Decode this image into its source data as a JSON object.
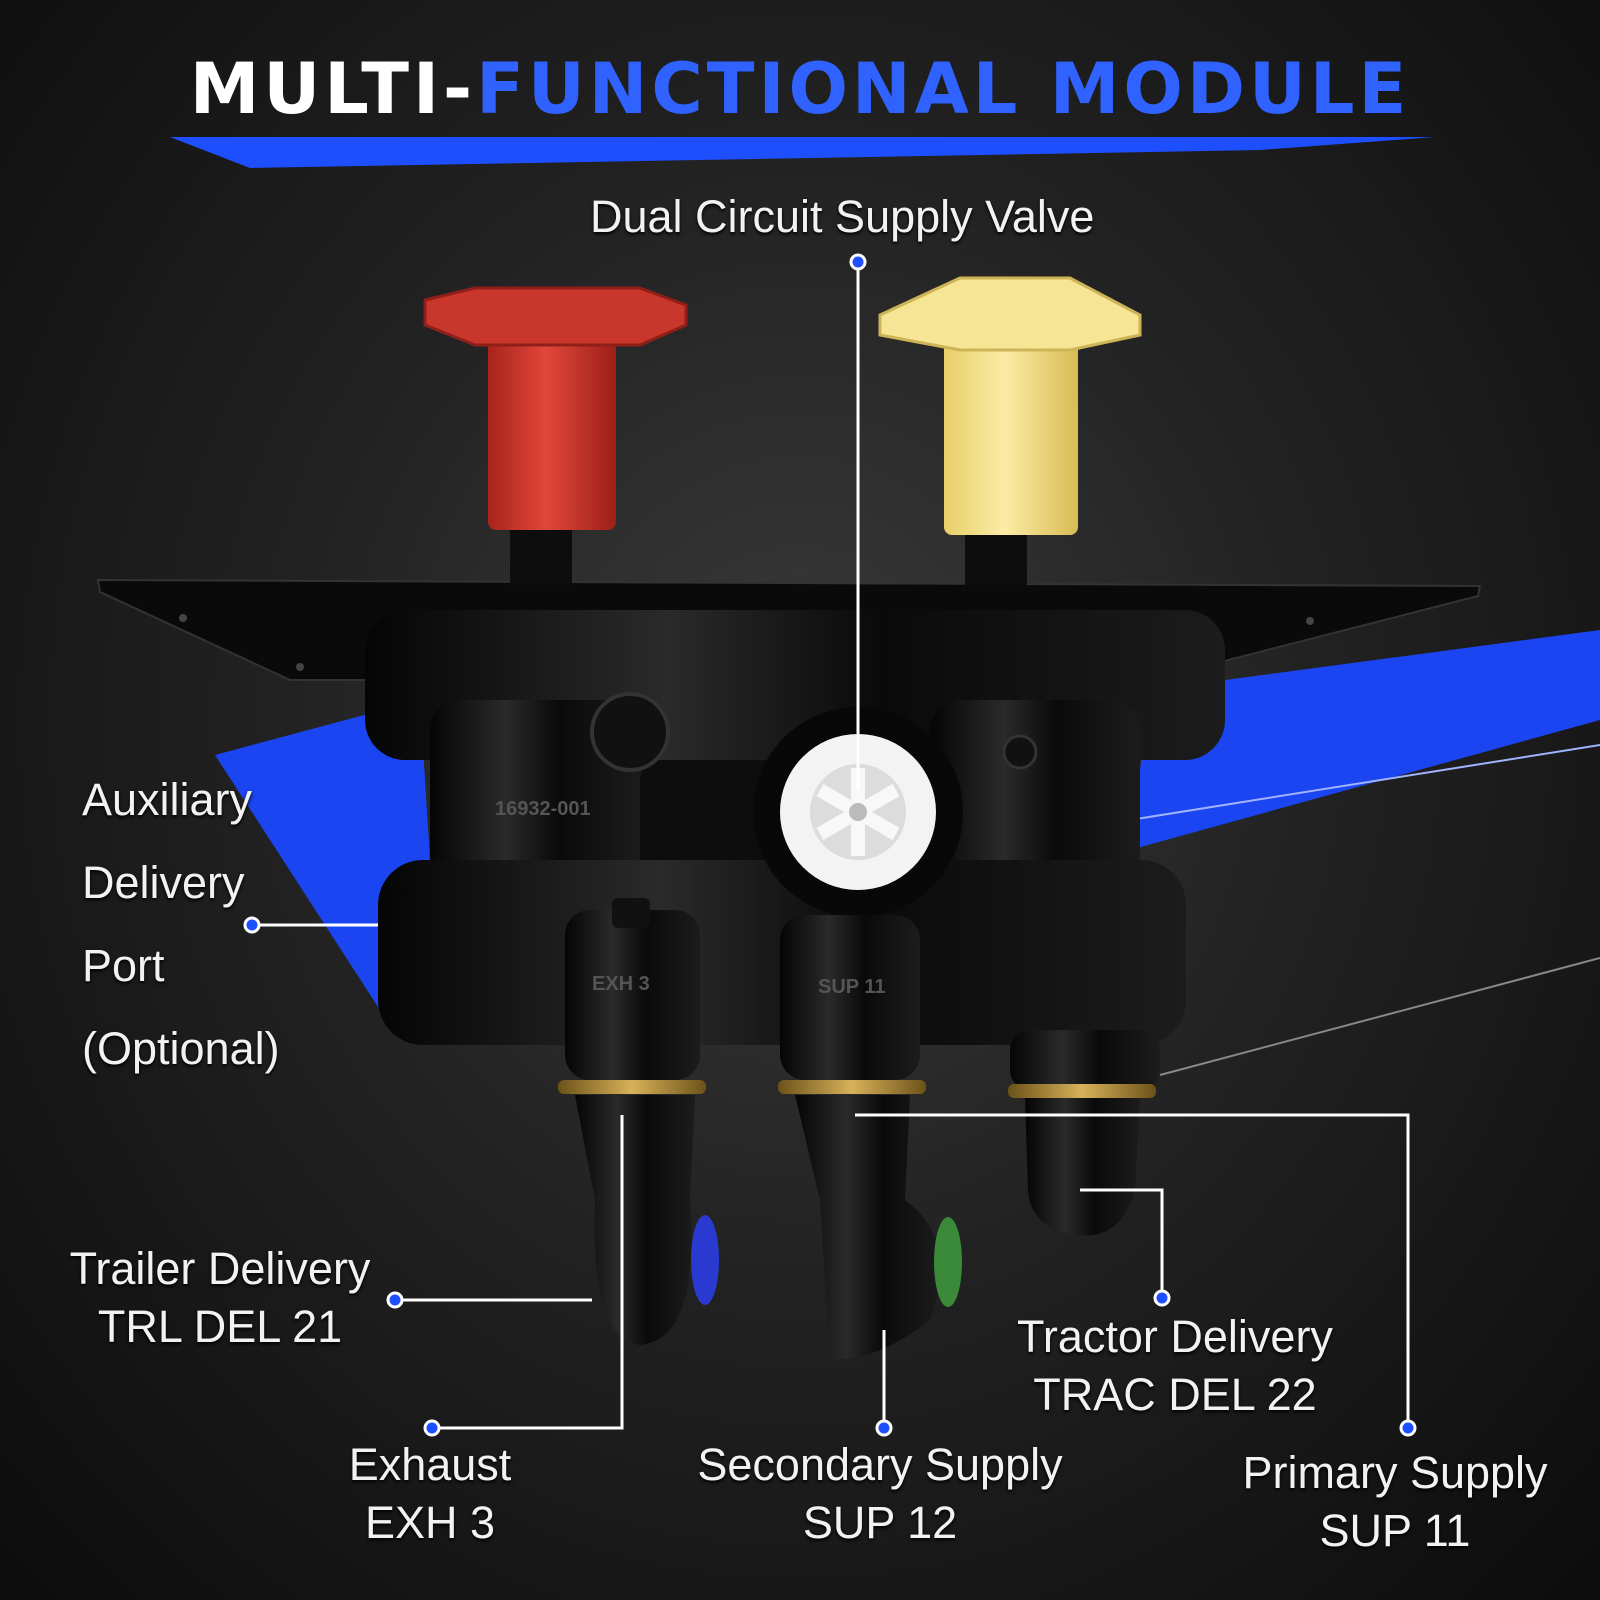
{
  "title": {
    "part1": "MULTI-",
    "part2": "FUNCTIONAL MODULE"
  },
  "colors": {
    "accent": "#1e4fff",
    "background": "#1a1a1a",
    "knob_red": "#d8342a",
    "knob_yellow": "#f3df86"
  },
  "product_marks": {
    "body_number": "16932-001",
    "exh_mark": "EXH 3",
    "sup_mark": "SUP 11"
  },
  "labels": {
    "dual_circuit": "Dual Circuit Supply Valve",
    "aux_line1": "Auxiliary",
    "aux_line2": "Delivery",
    "aux_line3": "Port",
    "aux_line4": "(Optional)",
    "trailer_line1": "Trailer Delivery",
    "trailer_line2": "TRL DEL 21",
    "exhaust_line1": "Exhaust",
    "exhaust_line2": "EXH 3",
    "secondary_line1": "Secondary Supply",
    "secondary_line2": "SUP 12",
    "tractor_line1": "Tractor Delivery",
    "tractor_line2": "TRAC DEL 22",
    "primary_line1": "Primary Supply",
    "primary_line2": "SUP 11"
  }
}
